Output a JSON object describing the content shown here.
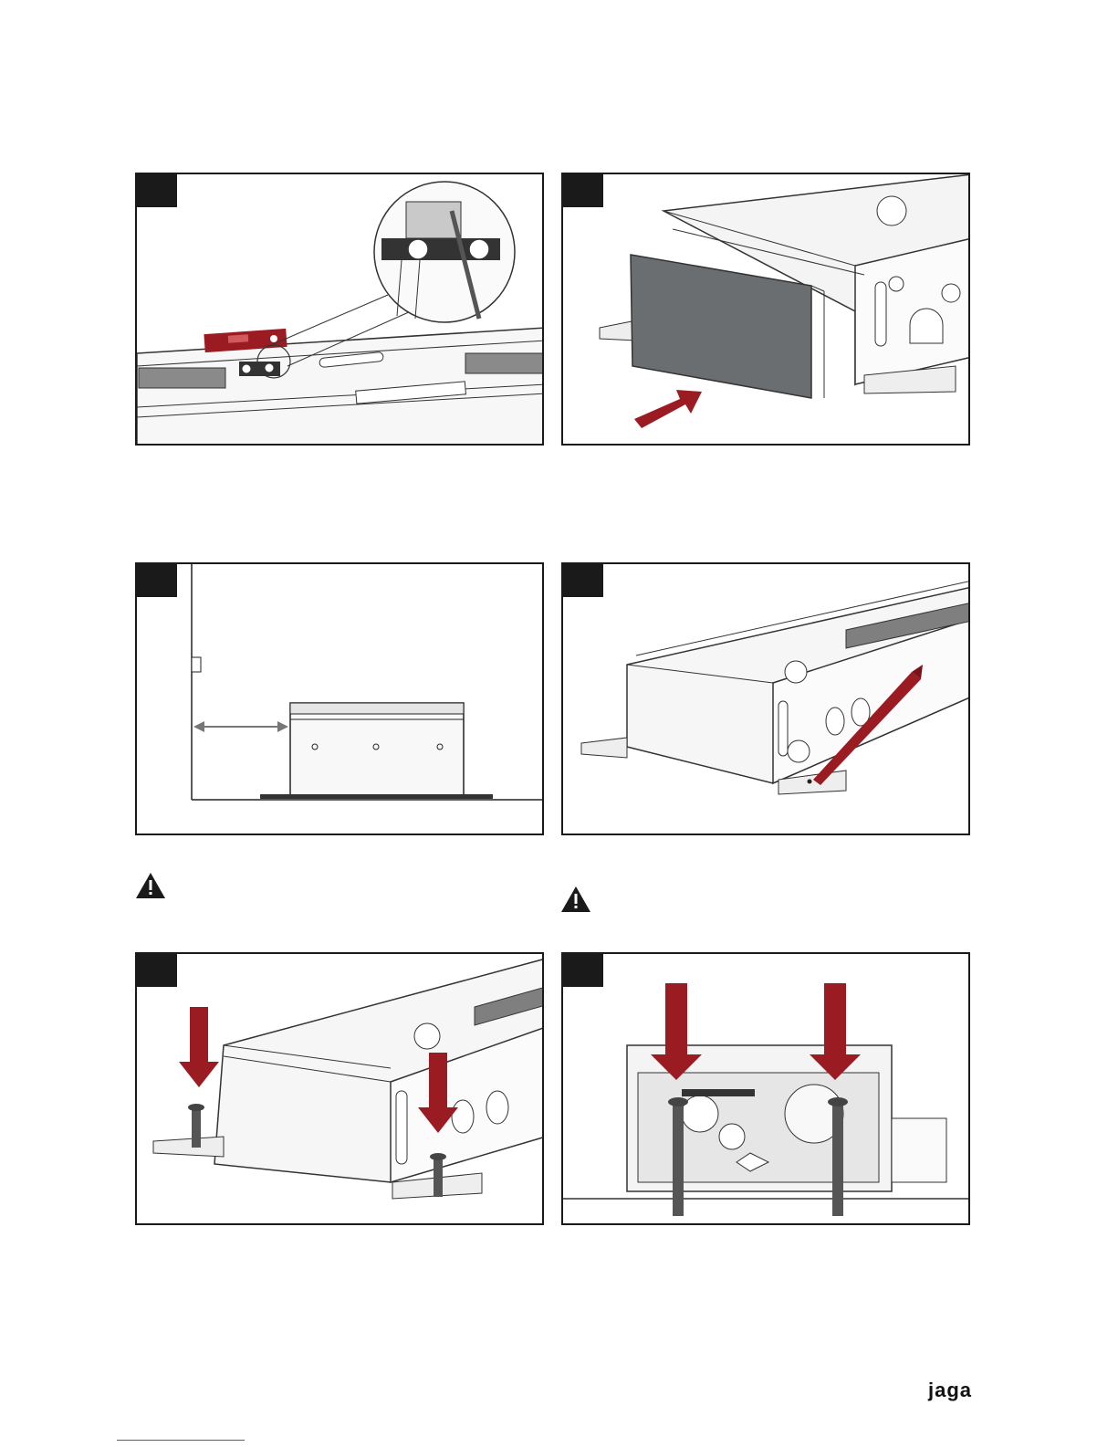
{
  "page": {
    "brand_logo": "jaga",
    "colors": {
      "accent_red": "#9b1b22",
      "panel_border": "#1a1a1a",
      "cover_gray": "#6b6e70"
    }
  },
  "steps": [
    {
      "id": "step-1",
      "number": "",
      "icons": [
        "spirit-level-icon",
        "magnifier-detail-icon"
      ]
    },
    {
      "id": "step-2",
      "number": "",
      "icons": [
        "side-cover-panel-icon",
        "push-arrow-icon"
      ]
    },
    {
      "id": "step-3",
      "number": "",
      "icons": [
        "wall-distance-arrow-icon"
      ]
    },
    {
      "id": "step-4",
      "number": "",
      "icons": [
        "pencil-mark-icon"
      ]
    },
    {
      "id": "step-5",
      "number": "",
      "icons": [
        "down-arrow-icon",
        "anchor-bolt-icon"
      ]
    },
    {
      "id": "step-6",
      "number": "",
      "icons": [
        "down-arrow-icon",
        "anchor-bolt-icon"
      ]
    }
  ],
  "warnings": [
    {
      "id": "warning-1",
      "icon": "warning-triangle-icon",
      "text": ""
    },
    {
      "id": "warning-2",
      "icon": "warning-triangle-icon",
      "text": ""
    }
  ]
}
